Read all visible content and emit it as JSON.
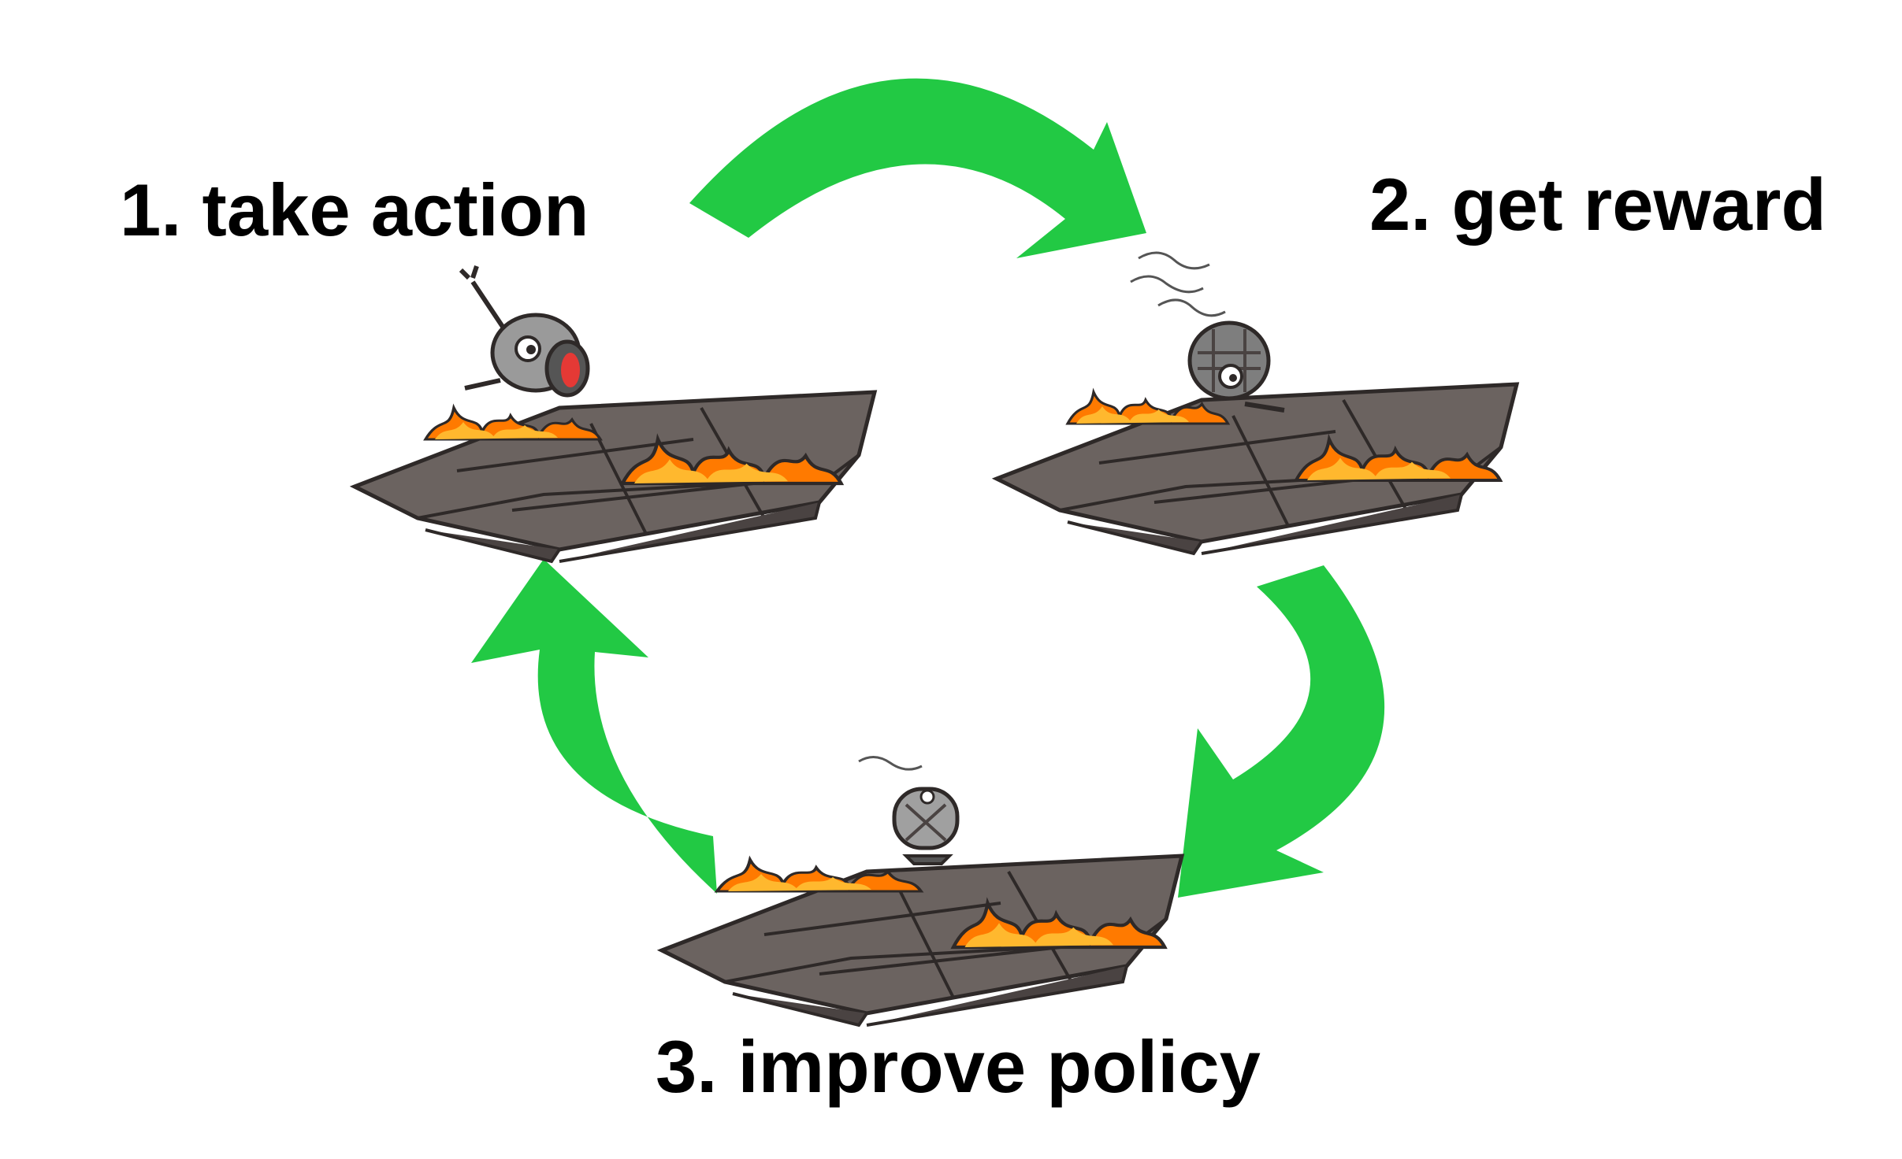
{
  "steps": [
    {
      "label": "1. take action",
      "scene": "robot falling forward onto fire-lined bridge"
    },
    {
      "label": "2. get reward",
      "scene": "robot burned and smoking on fire-lined bridge"
    },
    {
      "label": "3. improve policy",
      "scene": "robot standing upright on fire-lined bridge"
    }
  ],
  "colors": {
    "arrow": "#22C944",
    "text": "#000000",
    "bridge": "#6B6360",
    "bridge_edge": "#3A3433",
    "fire_outer": "#FF7A00",
    "fire_inner": "#FFB82E",
    "robot": "#9A9A9A"
  },
  "icons": [
    "cycle-arrow",
    "robot-icon",
    "fire-icon",
    "smoke-icon"
  ]
}
